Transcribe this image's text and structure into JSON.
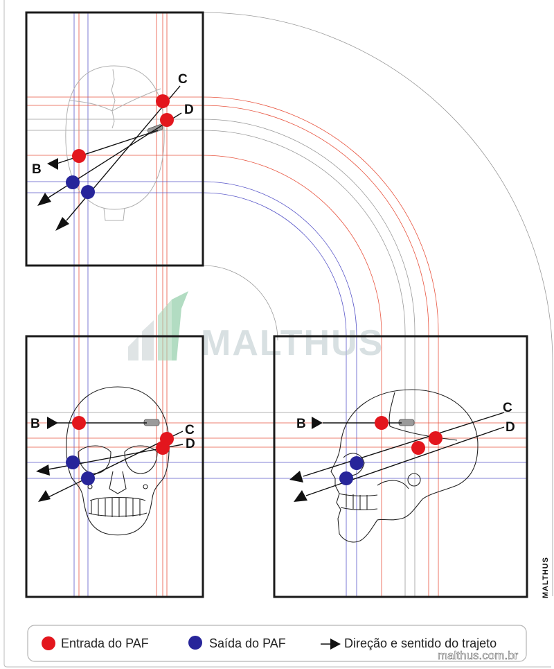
{
  "labels": {
    "top": {
      "c": "C",
      "d": "D",
      "b": "B"
    },
    "front": {
      "b": "B",
      "c": "C",
      "d": "D"
    },
    "side": {
      "b": "B",
      "c": "C",
      "d": "D"
    }
  },
  "legend": {
    "entry": "Entrada do PAF",
    "exit": "Saída do PAF",
    "direction": "Direção e sentido do trajeto"
  },
  "colors": {
    "entry": "#e3161d",
    "exit": "#27259a",
    "guide_red": "#e8543f",
    "guide_blue": "#5a58c9"
  },
  "watermark": {
    "text": "MALTHUS"
  },
  "brand_vertical": "MALTHUS",
  "footer_url": "malthus.com.br"
}
